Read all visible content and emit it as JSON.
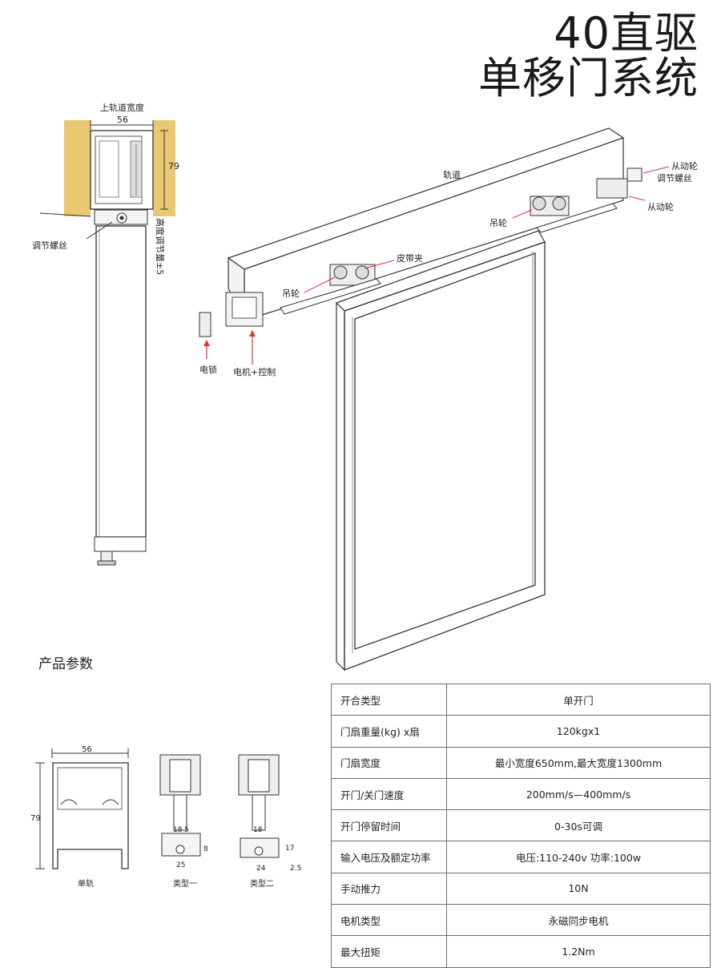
{
  "title": {
    "line1": "40直驱",
    "line2": "单移门系统"
  },
  "section_view": {
    "top_label": "上轨道宽度",
    "width_dim": "56",
    "height_dim": "79",
    "screw_label": "调节螺丝",
    "adjust_label": "高度调节量±5"
  },
  "assembly": {
    "track": "轨道",
    "driven_wheel": "从动轮",
    "driven_adjust_screw": "调节螺丝",
    "driven_wheel_2": "从动轮",
    "hanger_right": "吊轮",
    "belt_clamp": "皮带夹",
    "hanger_left": "吊轮",
    "lock": "电锁",
    "motor": "电机+控制"
  },
  "params_title": "产品参数",
  "profiles": {
    "rail": {
      "label": "单轨",
      "width": "56",
      "height": "79"
    },
    "type1": {
      "label": "类型一",
      "d1": "18",
      "d2": "5",
      "d3": "8",
      "d4": "25"
    },
    "type2": {
      "label": "类型二",
      "d1": "18",
      "d2": "17",
      "d3": "24",
      "d4": "2.5"
    }
  },
  "table": [
    {
      "key": "开合类型",
      "value": "单开门"
    },
    {
      "key": "门扇重量(kg) x扇",
      "value": "120kgx1"
    },
    {
      "key": "门扇宽度",
      "value": "最小宽度650mm,最大宽度1300mm"
    },
    {
      "key": "开门/关门速度",
      "value": "200mm/s—400mm/s"
    },
    {
      "key": "开门停留时间",
      "value": "0-30s可调"
    },
    {
      "key": "输入电压及额定功率",
      "value": "电压:110-240v 功率:100w"
    },
    {
      "key": "手动推力",
      "value": "10N"
    },
    {
      "key": "电机类型",
      "value": "永磁同步电机"
    },
    {
      "key": "最大扭矩",
      "value": "1.2Nm"
    }
  ]
}
